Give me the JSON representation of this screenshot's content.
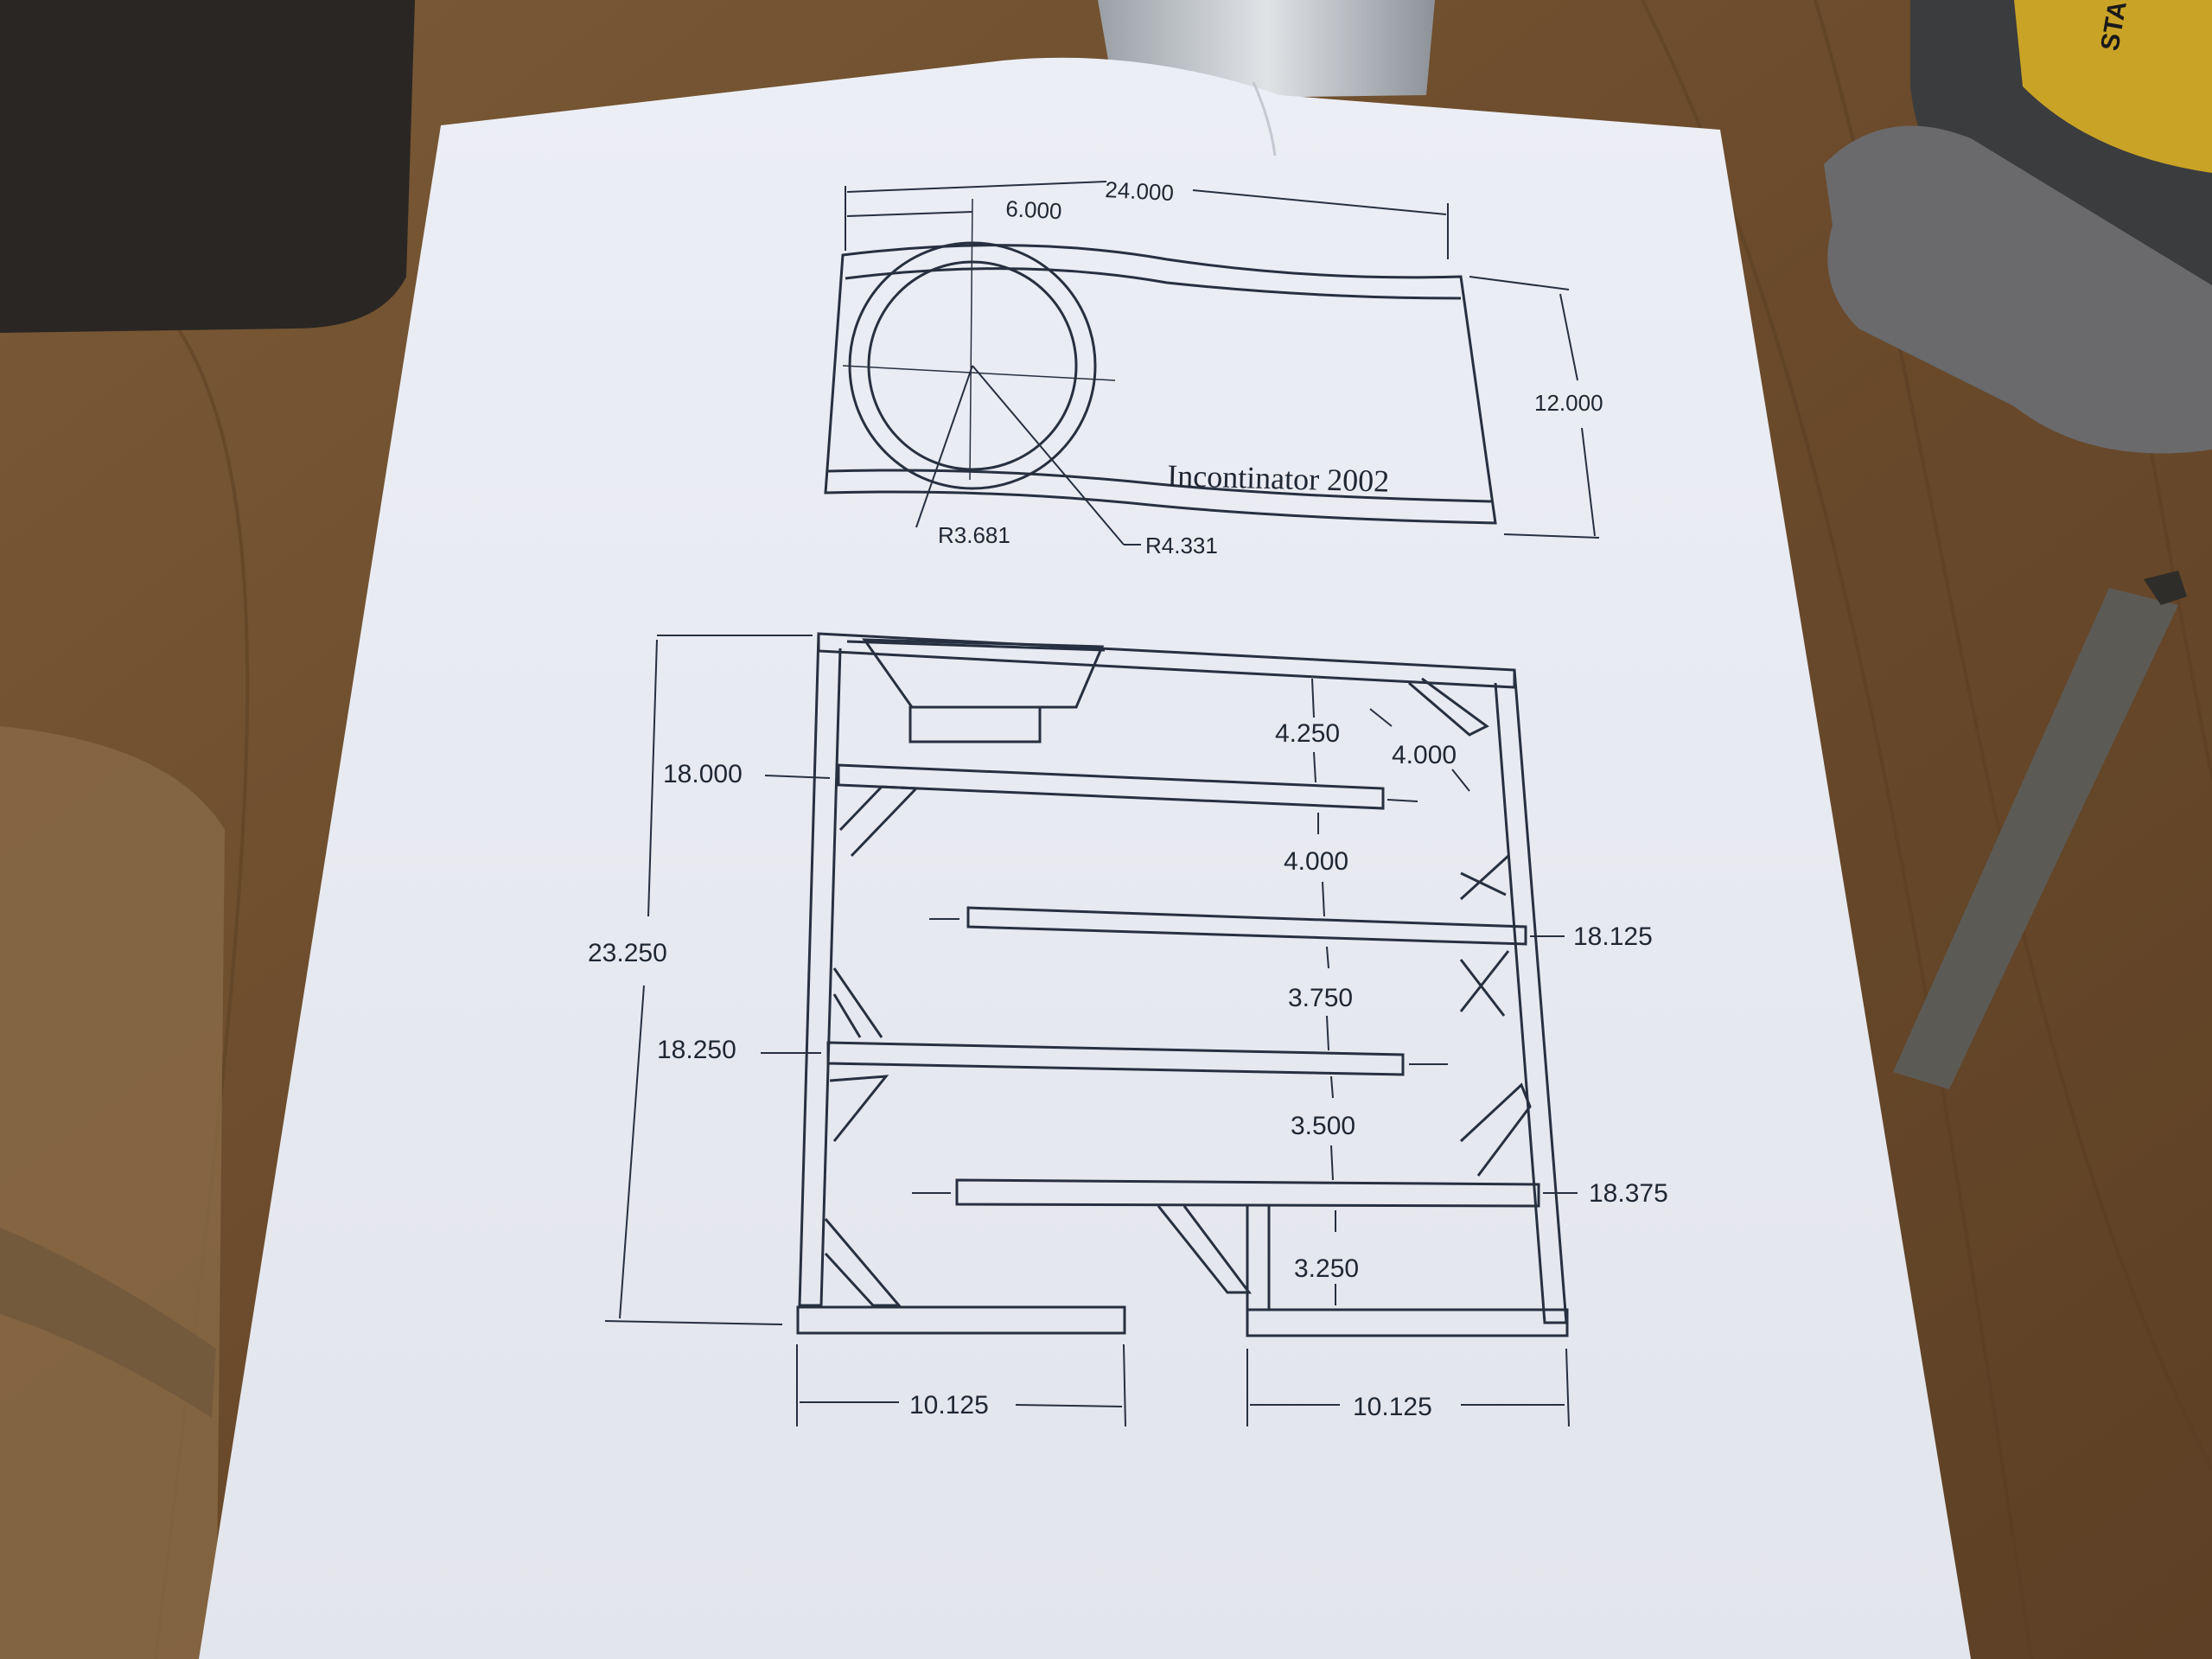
{
  "drawing": {
    "title": "Incontinator 2002",
    "top_view": {
      "width": "24.000",
      "offset": "6.000",
      "height": "12.000",
      "inner_radius": "R3.681",
      "outer_radius": "R4.331"
    },
    "side_view": {
      "total_height": "23.250",
      "shelf_1_length": "18.000",
      "shelf_2_length": "18.125",
      "shelf_3_length": "18.250",
      "shelf_4_length": "18.375",
      "gap_1": "4.250",
      "brace": "4.000",
      "gap_2": "4.000",
      "gap_3": "3.750",
      "gap_4": "3.500",
      "gap_5": "3.250",
      "bottom_left": "10.125",
      "bottom_right": "10.125"
    }
  },
  "colors": {
    "table": "#6e4f2f",
    "paper": "#e9ebf2",
    "ink": "#273040"
  },
  "tape_brand_fragment": "STA"
}
